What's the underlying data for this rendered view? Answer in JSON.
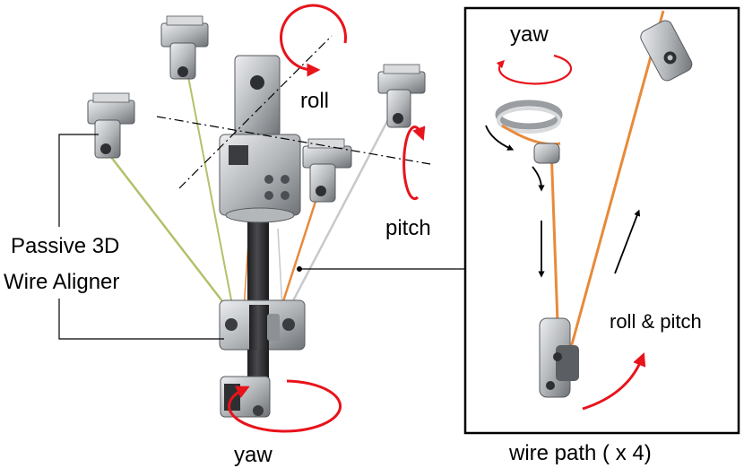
{
  "labels": {
    "roll": "roll",
    "pitch": "pitch",
    "yaw_bottom": "yaw",
    "aligner_line1": "Passive 3D",
    "aligner_line2": "Wire Aligner",
    "inset_yaw": "yaw",
    "roll_pitch": "roll & pitch",
    "wire_path": "wire path  ( x 4)"
  },
  "colors": {
    "rotation_arrow": "#e8131b",
    "wire_orange": "#e88a3a",
    "wire_green": "#b6bf6a",
    "wire_gray": "#c9c9c9",
    "metal_light": "#c4c6c8",
    "metal_dark": "#5b5e62",
    "rod_dark": "#2b2b2d",
    "outline": "#000000"
  }
}
